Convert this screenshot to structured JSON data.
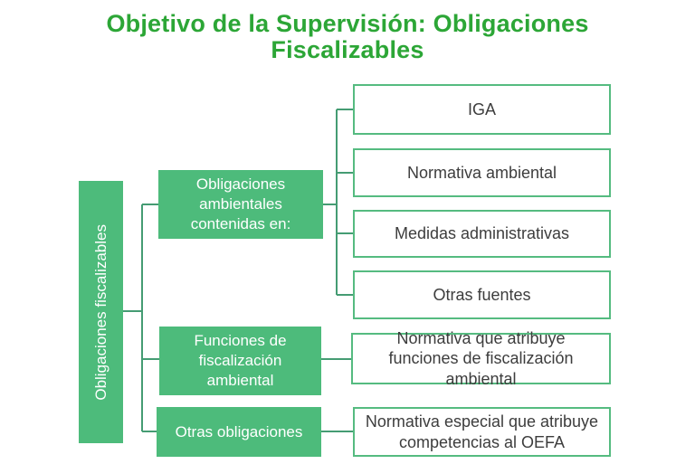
{
  "title": "Objetivo de la Supervisión: Obligaciones Fiscalizables",
  "root": {
    "label": "Obligaciones fiscalizables"
  },
  "branches": [
    {
      "label": "Obligaciones ambientales contenidas en:",
      "children": [
        "IGA",
        "Normativa ambiental",
        "Medidas administrativas",
        "Otras fuentes"
      ]
    },
    {
      "label": "Funciones de fiscalización ambiental",
      "children": [
        "Normativa que atribuye funciones de fiscalización ambiental"
      ]
    },
    {
      "label": "Otras obligaciones",
      "children": [
        "Normativa especial que atribuye competencias al OEFA"
      ]
    }
  ],
  "colors": {
    "title_green": "#2ca636",
    "node_fill_green": "#4dbb7b",
    "leaf_border_green": "#55bb80",
    "connector_green": "#459c73",
    "leaf_text": "#3d3d3d",
    "node_text": "#ffffff",
    "background": "#ffffff"
  }
}
